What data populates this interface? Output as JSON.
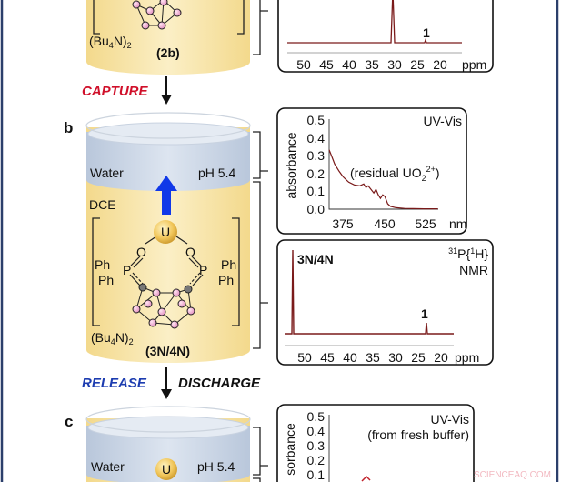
{
  "panel_labels": {
    "b": "b",
    "c": "c"
  },
  "top": {
    "counterion": "(Bu",
    "counterion_sub": "4",
    "counterion_end": "N)",
    "counterion_sub2": "2",
    "compound": "(2b)",
    "nmr": {
      "peak_label": "1",
      "xticks": [
        "50",
        "45",
        "40",
        "35",
        "30",
        "25",
        "20"
      ],
      "unit": "ppm"
    }
  },
  "steps": {
    "capture": "CAPTURE",
    "release": "RELEASE",
    "discharge": "DISCHARGE"
  },
  "panel_b": {
    "water": "Water",
    "ph": "pH 5.4",
    "dce": "DCE",
    "metal": "U",
    "oxygen": "O",
    "phosphorus": "P",
    "phenyl": "Ph",
    "compound": "(3N/4N)",
    "uvvis": {
      "title": "UV-Vis",
      "ylabel": "absorbance",
      "annotation": "(residual UO",
      "annotation_sub": "2",
      "annotation_sup": "2+",
      "annotation_end": ")",
      "yticks": [
        "0.5",
        "0.4",
        "0.3",
        "0.2",
        "0.1",
        "0.0"
      ],
      "xticks": [
        "375",
        "450",
        "525"
      ],
      "xunit": "nm"
    },
    "nmr": {
      "title_sup1": "31",
      "title_main": "P{",
      "title_sup2": "1",
      "title_end": "H}",
      "title_line2": "NMR",
      "major_peak_label": "3N/4N",
      "minor_peak_label": "1",
      "xticks": [
        "50",
        "45",
        "40",
        "35",
        "30",
        "25",
        "20"
      ],
      "unit": "ppm"
    }
  },
  "panel_c": {
    "water": "Water",
    "metal": "U",
    "ph": "pH 5.4",
    "uvvis": {
      "title": "UV-Vis",
      "subtitle": "(from fresh buffer)",
      "ylabel": "sorbance",
      "yticks": [
        "0.5",
        "0.4",
        "0.3",
        "0.2",
        "0.1"
      ]
    }
  },
  "watermark": "SCIENCEAQ.COM",
  "colors": {
    "frame": "#2b3f6b",
    "spectrum": "#7a1a1a",
    "capture": "#d0102a",
    "release": "#1c3cb0",
    "arrow_up": "#1038e8",
    "organic": "#f6e2a0",
    "water": "#c9d4e4",
    "cluster": "#f0a8d0"
  },
  "chart_data": [
    {
      "type": "line",
      "title": "UV-Vis",
      "ylabel": "absorbance",
      "xlabel": "nm",
      "ylim": [
        0,
        0.5
      ],
      "xlim": [
        350,
        545
      ],
      "series": [
        {
          "x": [
            350,
            355,
            360,
            368,
            375,
            385,
            395,
            405,
            412,
            416,
            420,
            425,
            430,
            434,
            438,
            442,
            446,
            450,
            455,
            460,
            470,
            485,
            500,
            520,
            545
          ],
          "y": [
            0.33,
            0.29,
            0.25,
            0.21,
            0.18,
            0.15,
            0.135,
            0.13,
            0.14,
            0.12,
            0.13,
            0.11,
            0.09,
            0.11,
            0.08,
            0.06,
            0.08,
            0.07,
            0.03,
            0.015,
            0.008,
            0.004,
            0.003,
            0.002,
            0.002
          ]
        }
      ]
    }
  ]
}
